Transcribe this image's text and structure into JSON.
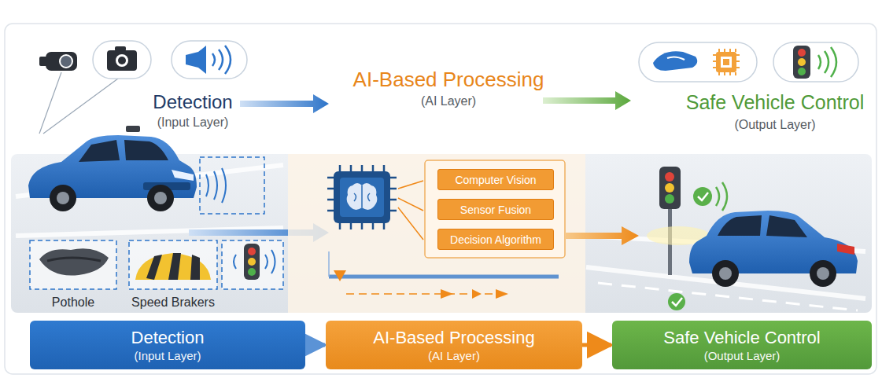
{
  "diagram": {
    "nodes": [
      {
        "text": [
          "Computer Vision"
        ]
      },
      {
        "text": [
          "Sensor Fusion"
        ]
      },
      {
        "text": [
          "Decision Algorithm"
        ]
      },
      {
        "text": [
          "Detection",
          "(Input Layer)"
        ]
      },
      {
        "text": [
          "AI-Based Processing",
          "(AI Layer)"
        ]
      },
      {
        "text": [
          "Safe Vehicle Control",
          "(Output Layer)"
        ]
      }
    ],
    "edges": [
      {
        "from": 3,
        "to": 4,
        "arrow": "to"
      },
      {
        "from": 4,
        "to": 5,
        "arrow": "to"
      }
    ],
    "labels": [
      "Detection",
      "(Input Layer)",
      "AI-Based Processing",
      "(AI Layer)",
      "Safe Vehicle Control",
      "(Output Layer)",
      "Pothole",
      "Speed Brakers"
    ]
  }
}
